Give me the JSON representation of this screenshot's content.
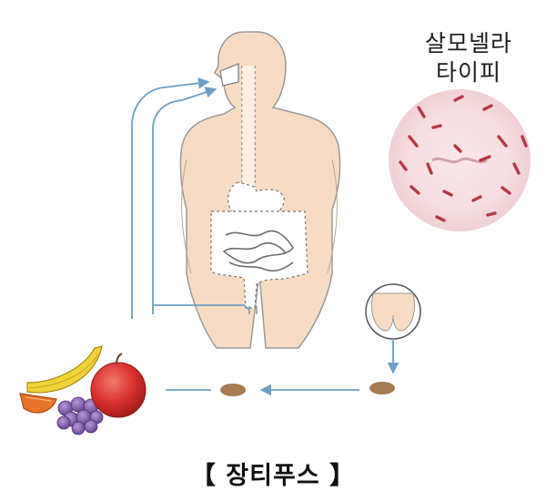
{
  "labels": {
    "bacteria_line1": "살모넬라",
    "bacteria_line2": "타이피",
    "title": "【 장티푸스 】"
  },
  "colors": {
    "skin": "#f6dcc4",
    "skin_outline": "#8a8a8a",
    "arrow": "#6f9fc4",
    "stool": "#a67c52",
    "bacteria": "#b23a48",
    "apple": "#d8302e",
    "banana": "#f0d23a",
    "grape": "#7b58a8",
    "orange": "#e8742a"
  },
  "icons": {
    "body": "human-torso-digestive-icon",
    "microscope_view": "bacteria-magnified-icon",
    "buttocks": "buttocks-closeup-icon",
    "food": "fruit-pile-icon",
    "stool": "stool-icon"
  }
}
